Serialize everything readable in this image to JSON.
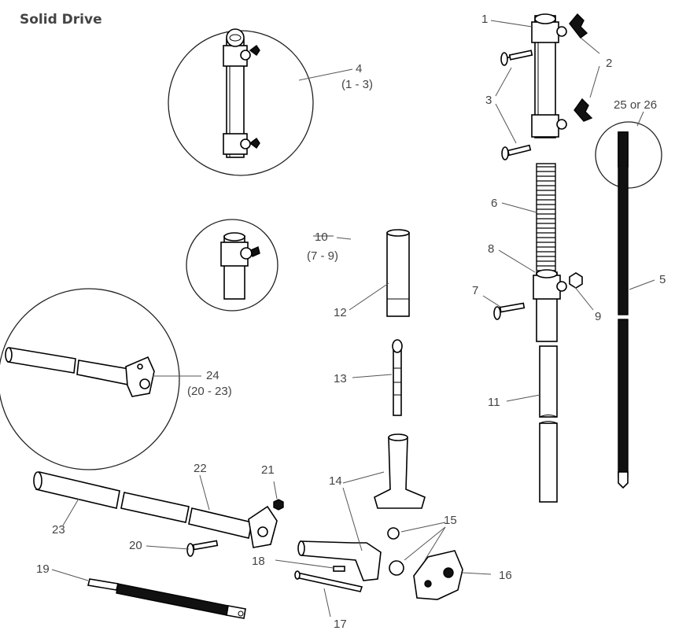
{
  "title": "Solid Drive",
  "labels": {
    "p1": "1",
    "p2": "2",
    "p3": "3",
    "p4": "4",
    "p4_sub": "(1 - 3)",
    "p5": "5",
    "p6": "6",
    "p7": "7",
    "p8": "8",
    "p9": "9",
    "p10": "10",
    "p10_sub": "(7 - 9)",
    "p11": "11",
    "p12": "12",
    "p13": "13",
    "p14": "14",
    "p15": "15",
    "p16": "16",
    "p17": "17",
    "p18": "18",
    "p19": "19",
    "p20": "20",
    "p21": "21",
    "p22": "22",
    "p23": "23",
    "p24": "24",
    "p24_sub": "(20 - 23)",
    "p25_26": "25 or 26"
  }
}
